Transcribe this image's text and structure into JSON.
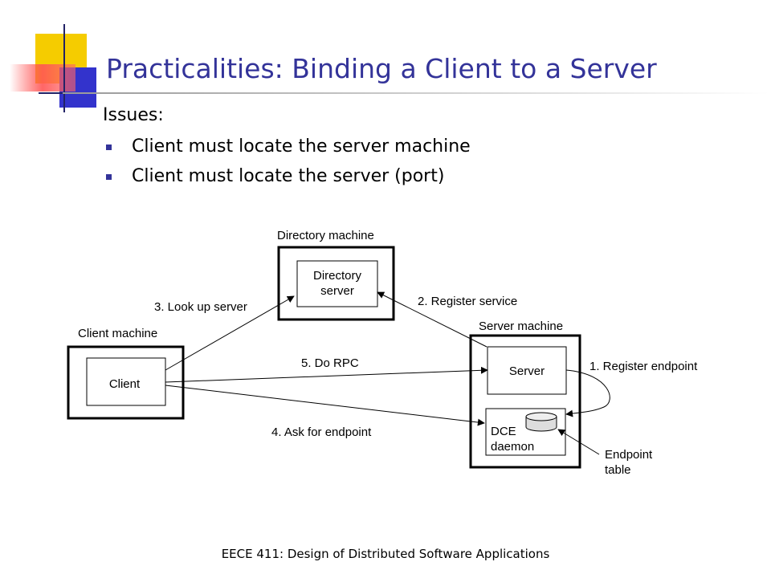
{
  "slide": {
    "title": "Practicalities: Binding a Client to a Server",
    "intro": "Issues:",
    "bullets": [
      "Client must locate the server machine",
      "Client must locate the server (port)"
    ],
    "footer": "EECE 411: Design of Distributed Software Applications"
  },
  "diagram": {
    "directory_machine_label": "Directory machine",
    "directory_server_line1": "Directory",
    "directory_server_line2": "server",
    "client_machine_label": "Client machine",
    "client_label": "Client",
    "server_machine_label": "Server machine",
    "server_label": "Server",
    "dce_line1": "DCE",
    "dce_line2": "daemon",
    "endpoint_table_line1": "Endpoint",
    "endpoint_table_line2": "table",
    "steps": {
      "register_endpoint": "1. Register endpoint",
      "register_service": "2. Register service",
      "look_up_server": "3. Look up server",
      "ask_for_endpoint": "4. Ask for endpoint",
      "do_rpc": "5. Do RPC"
    }
  },
  "colors": {
    "title": "#333399",
    "bullet": "#333399",
    "deco_yellow": "#f5cc00",
    "deco_blue": "#3333cc",
    "deco_red": "#ff5555"
  }
}
